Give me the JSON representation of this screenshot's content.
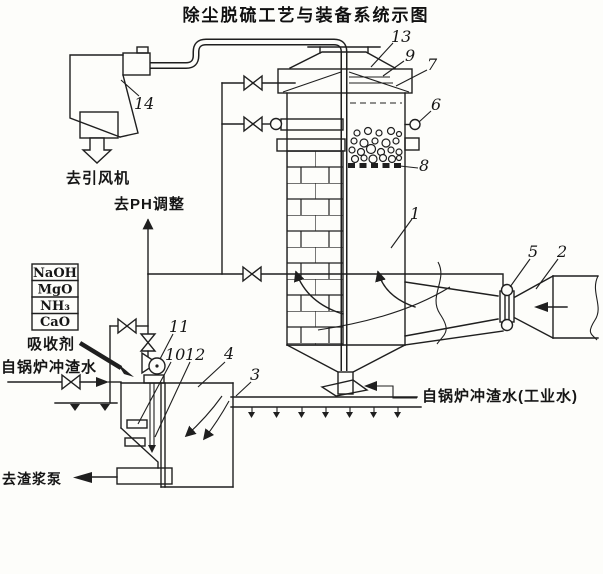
{
  "title": "除尘脱硫工艺与装备系统示图",
  "labels": {
    "to_induced_fan": "去引风机",
    "to_ph_adjust": "去PH调整",
    "absorbent": "吸收剂",
    "water_from_boiler": "自锅炉冲渣水",
    "to_slurry_pump": "去渣浆泵",
    "industrial_water": "自锅炉冲渣水(工业水)"
  },
  "absorbent_table": {
    "rows": [
      "NaOH",
      "MgO",
      "NH₃",
      "CaO"
    ]
  },
  "part_numbers": {
    "p1": "1",
    "p2": "2",
    "p3": "3",
    "p4": "4",
    "p5": "5",
    "p6": "6",
    "p7": "7",
    "p8": "8",
    "p9": "9",
    "p10": "10",
    "p11": "11",
    "p12": "12",
    "p13": "13",
    "p14": "14"
  },
  "colors": {
    "ink": "#1f1f1f",
    "paper": "#fdfdfa"
  }
}
